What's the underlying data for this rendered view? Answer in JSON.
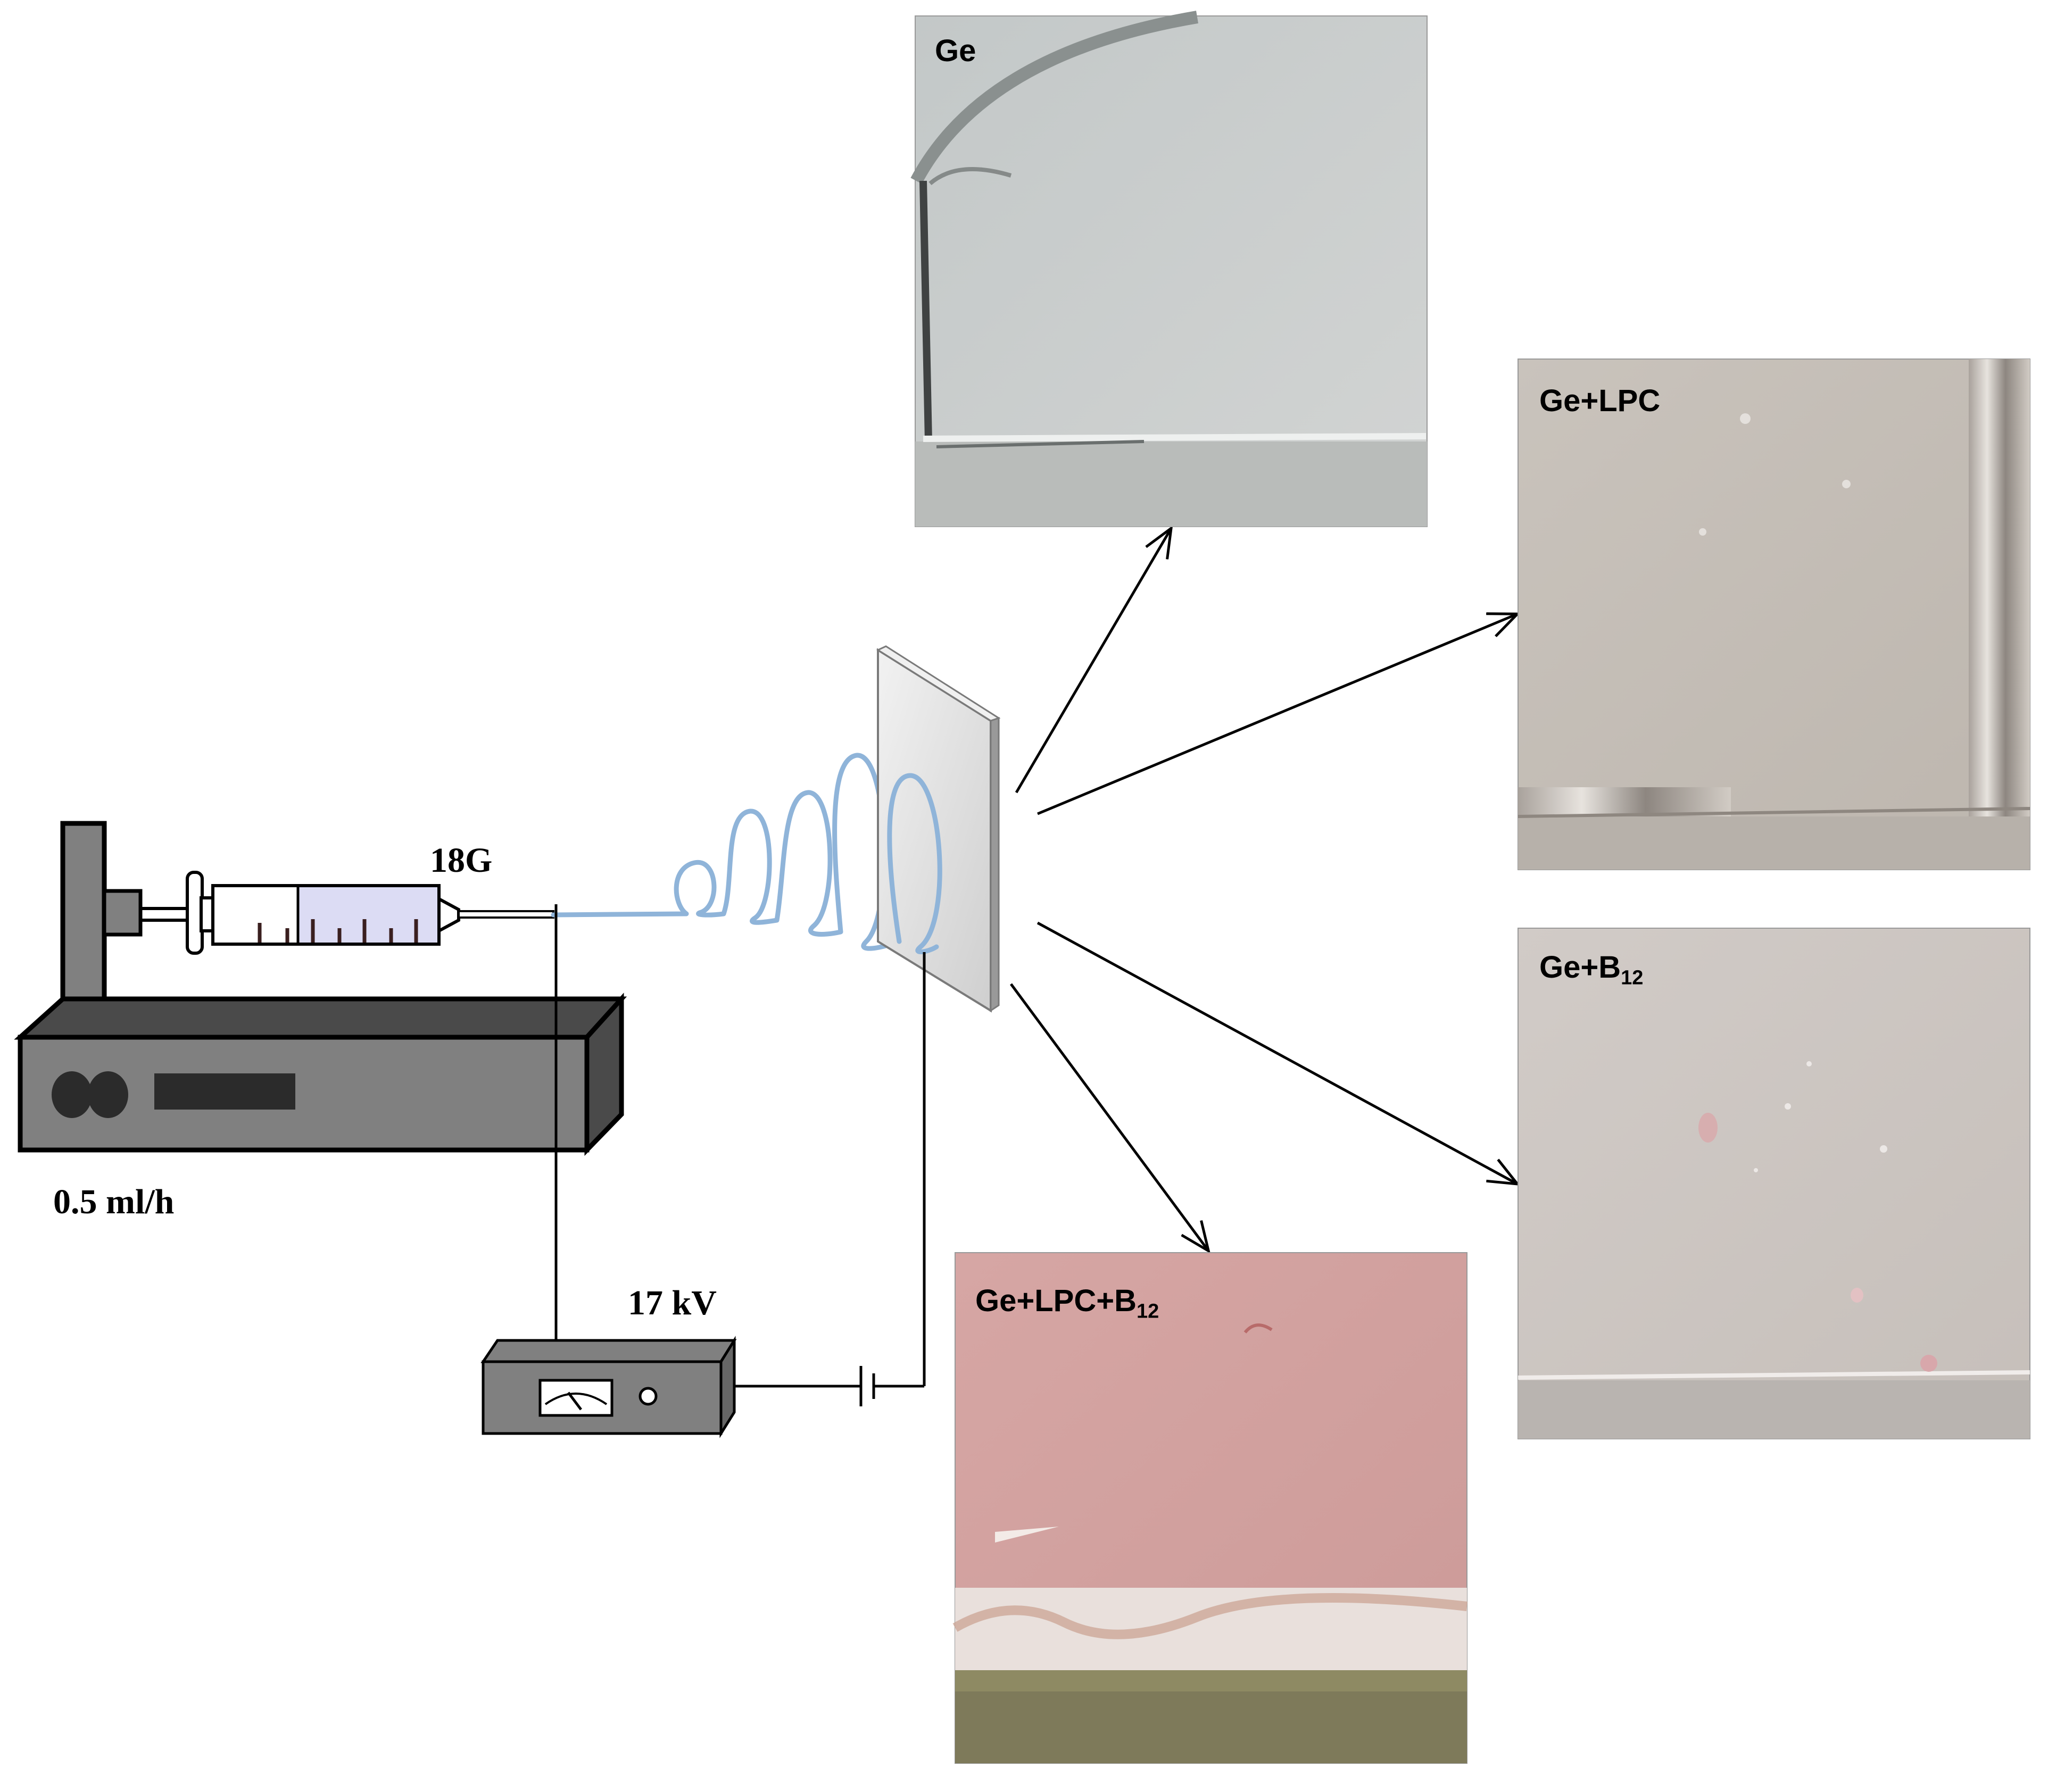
{
  "labels": {
    "flow_rate": "0.5 ml/h",
    "needle_gauge": "18G",
    "voltage": "17 kV"
  },
  "samples": [
    {
      "id": "ge",
      "label": "Ge",
      "sub": ""
    },
    {
      "id": "ge-lpc",
      "label": "Ge+LPC",
      "sub": ""
    },
    {
      "id": "ge-b12",
      "label": "Ge+B",
      "sub": "12"
    },
    {
      "id": "ge-lpc-b12",
      "label": "Ge+LPC+B",
      "sub": "12"
    }
  ],
  "colors": {
    "pump_body": "#808080",
    "pump_side": "#4a4a4a",
    "fiber": "#8fb4d9",
    "syringe_liquid": "#dcdcf4",
    "ge_photo": "#c9cccb",
    "ge_lpc_photo": "#c2bcb5",
    "ge_b12_photo": "#cbc4c0",
    "ge_lpc_b12_photo": "#d3a2a0"
  }
}
